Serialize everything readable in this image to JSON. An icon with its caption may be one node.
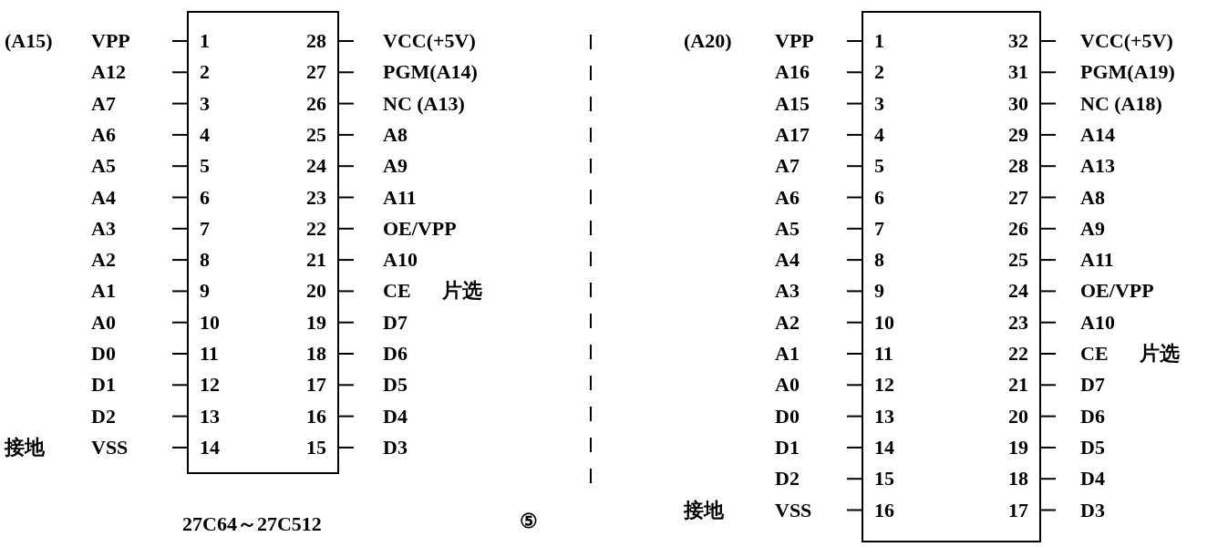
{
  "diagram": {
    "nodes": [
      {
        "text": [
          "1",
          "28",
          "2",
          "27",
          "3",
          "26",
          "4",
          "25",
          "5",
          "24",
          "6",
          "23",
          "7",
          "22",
          "8",
          "21",
          "9",
          "20",
          "10",
          "19",
          "11",
          "18",
          "12",
          "17",
          "13",
          "16",
          "14",
          "15"
        ],
        "beside": [
          "27C64～27C512"
        ]
      },
      {
        "text": [
          "1",
          "32",
          "2",
          "31",
          "3",
          "30",
          "4",
          "29",
          "5",
          "28",
          "6",
          "27",
          "7",
          "26",
          "8",
          "25",
          "9",
          "24",
          "10",
          "23",
          "11",
          "22",
          "12",
          "21",
          "13",
          "20",
          "14",
          "19",
          "15",
          "18",
          "16",
          "17"
        ]
      }
    ],
    "labels": [
      "(A15)",
      "VPP",
      "VCC(+5V)",
      "A12",
      "PGM(A14)",
      "A7",
      "NC (A13)",
      "A6",
      "A8",
      "A5",
      "A9",
      "A4",
      "A11",
      "A3",
      "OE/VPP",
      "A2",
      "A10",
      "A1",
      "CE",
      "片选",
      "A0",
      "D7",
      "D0",
      "D6",
      "D1",
      "D5",
      "D2",
      "D4",
      "接地",
      "VSS",
      "D3",
      "(A20)",
      "VPP",
      "VCC(+5V)",
      "A16",
      "PGM(A19)",
      "A15",
      "NC (A18)",
      "A17",
      "A14",
      "A7",
      "A13",
      "A6",
      "A8",
      "A5",
      "A9",
      "A4",
      "A11",
      "A3",
      "OE/VPP",
      "A2",
      "A10",
      "A1",
      "CE",
      "片选",
      "A0",
      "D7",
      "D0",
      "D6",
      "D1",
      "D5",
      "D2",
      "D4",
      "接地",
      "VSS",
      "D3",
      "⑤"
    ]
  }
}
